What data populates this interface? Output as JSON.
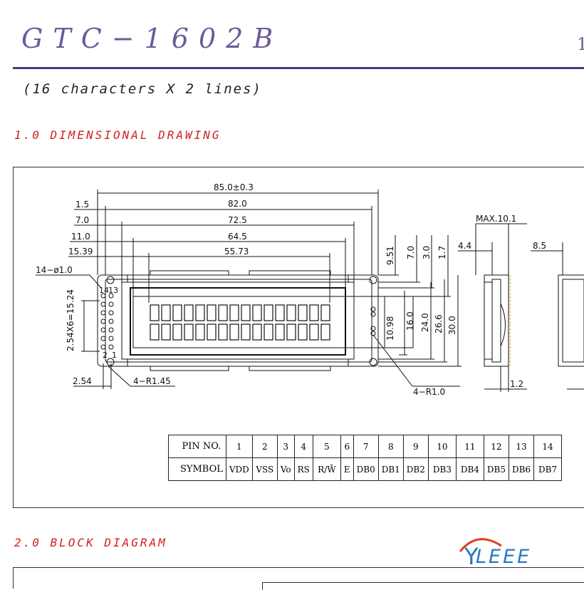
{
  "header": {
    "title": "GTC−1602B",
    "page_number": "1",
    "subtitle": "(16 characters X 2 lines)"
  },
  "sections": {
    "dimensional": "1.0 DIMENSIONAL DRAWING",
    "block": "2.0 BLOCK DIAGRAM"
  },
  "drawing": {
    "dims": {
      "overall_width": "85.0±0.3",
      "d82": "82.0",
      "d72": "72.5",
      "d64": "64.5",
      "d55": "55.73",
      "d1_5": "1.5",
      "d7_0": "7.0",
      "d11_0": "11.0",
      "d15_39": "15.39",
      "holes": "14−ø1.0",
      "pitch": "2.54X6=15.24",
      "pin_spacing": "2.54",
      "corner_radius": "4−R1.45",
      "hole_radius": "4−R1.0",
      "v9_51": "9.51",
      "v7_0": "7.0",
      "v3_0": "3.0",
      "v1_7": "1.7",
      "v10_98": "10.98",
      "v16_0": "16.0",
      "v24_0": "24.0",
      "v26_6": "26.6",
      "v30_0": "30.0",
      "max_thickness": "MAX.10.1",
      "side_4_4": "4.4",
      "side_8_5": "8.5",
      "side_1_2": "1.2",
      "pin14": "14",
      "pin13": "13",
      "pin2": "2",
      "pin1": "1"
    }
  },
  "pin_table": {
    "row1_label": "PIN NO.",
    "row2_label": "SYMBOL",
    "pins": [
      "1",
      "2",
      "3",
      "4",
      "5",
      "6",
      "7",
      "8",
      "9",
      "10",
      "11",
      "12",
      "13",
      "14"
    ],
    "symbols": [
      "VDD",
      "VSS",
      "Vo",
      "RS",
      "R/W̄",
      "E",
      "DB0",
      "DB1",
      "DB2",
      "DB3",
      "DB4",
      "DB5",
      "DB6",
      "DB7"
    ]
  },
  "logo": {
    "y": "Y",
    "text": "LEEE"
  }
}
